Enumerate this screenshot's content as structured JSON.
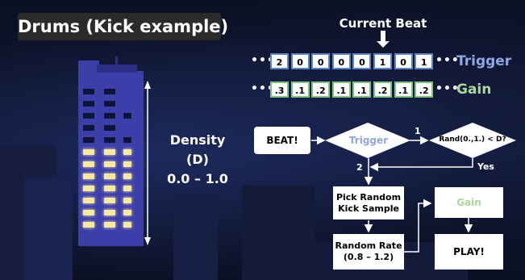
{
  "title": "Drums (Kick example)",
  "current_beat_label": "Current Beat",
  "ellipsis": "•••",
  "trigger_row": {
    "label": "Trigger",
    "values": [
      "2",
      "0",
      "0",
      "0",
      "0",
      "1",
      "0",
      "1"
    ]
  },
  "gain_row": {
    "label": "Gain",
    "values": [
      ".3",
      ".1",
      ".2",
      ".1",
      ".1",
      ".2",
      ".1",
      ".2"
    ]
  },
  "density": {
    "title": "Density (D)",
    "range": "0.0 – 1.0"
  },
  "flow": {
    "beat": "BEAT!",
    "trigger": "Trigger",
    "rand": "Rand(0.,1.) < D?",
    "edge_1": "1",
    "edge_2": "2",
    "edge_yes": "Yes",
    "pick_line1": "Pick Random",
    "pick_line2": "Kick Sample",
    "rate_line1": "Random Rate",
    "rate_line2": "(0.8 – 1.2)",
    "gain": "Gain",
    "play": "PLAY!"
  },
  "colors": {
    "trigger_accent": "#8fa6e6",
    "gain_accent": "#a8d99a",
    "trigger_border": "#5e85c8",
    "gain_border": "#7cc47c",
    "building": "#3b3fa8",
    "window_lit": "#f7e9a0",
    "window_dark": "#11143a"
  }
}
